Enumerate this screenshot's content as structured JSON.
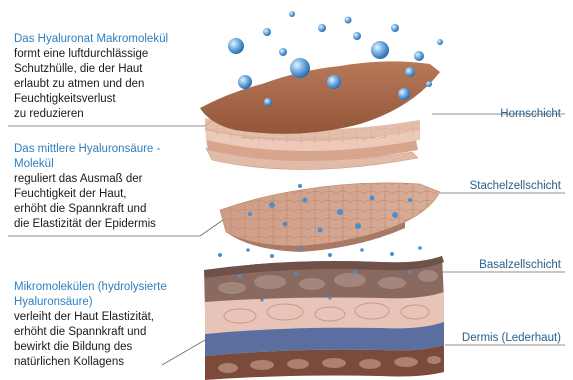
{
  "annotations": {
    "macro": {
      "title": "Das Hyaluronat Makromolekül",
      "lines": [
        "formt eine luftdurchlässige",
        "Schutzhülle, die der Haut",
        "erlaubt zu atmen und den",
        "Feuchtigkeitsverlust",
        "zu reduzieren"
      ]
    },
    "medium": {
      "title_lines": [
        "Das  mittlere Hyaluronsäure -",
        "Molekül"
      ],
      "lines": [
        "reguliert das Ausmaß der",
        "Feuchtigkeit  der  Haut,",
        "erhöht die Spannkraft und",
        "die Elastizität der Epidermis"
      ]
    },
    "micro": {
      "title_lines": [
        "Mikromolekülen (hydrolysierte",
        "Hyaluronsäure)"
      ],
      "lines": [
        "verleiht der Haut Elastizität,",
        "erhöht die Spannkraft und",
        "bewirkt die Bildung des",
        "natürlichen Kollagens"
      ]
    }
  },
  "layer_labels": {
    "hornschicht": "Hornschicht",
    "stachelzellschicht": "Stachelzellschicht",
    "basalzellschicht": "Basalzellschicht",
    "dermis": "Dermis (Lederhaut)"
  },
  "colors": {
    "title_blue": "#2e7fbf",
    "label_blue": "#2a5f8a",
    "horn_top": "#a8674a",
    "pink_layer": "#e8c3b8",
    "dermis_blue": "#5a6fa0",
    "dermis_brown": "#7a4a3a",
    "droplet": "#4a90d0"
  }
}
